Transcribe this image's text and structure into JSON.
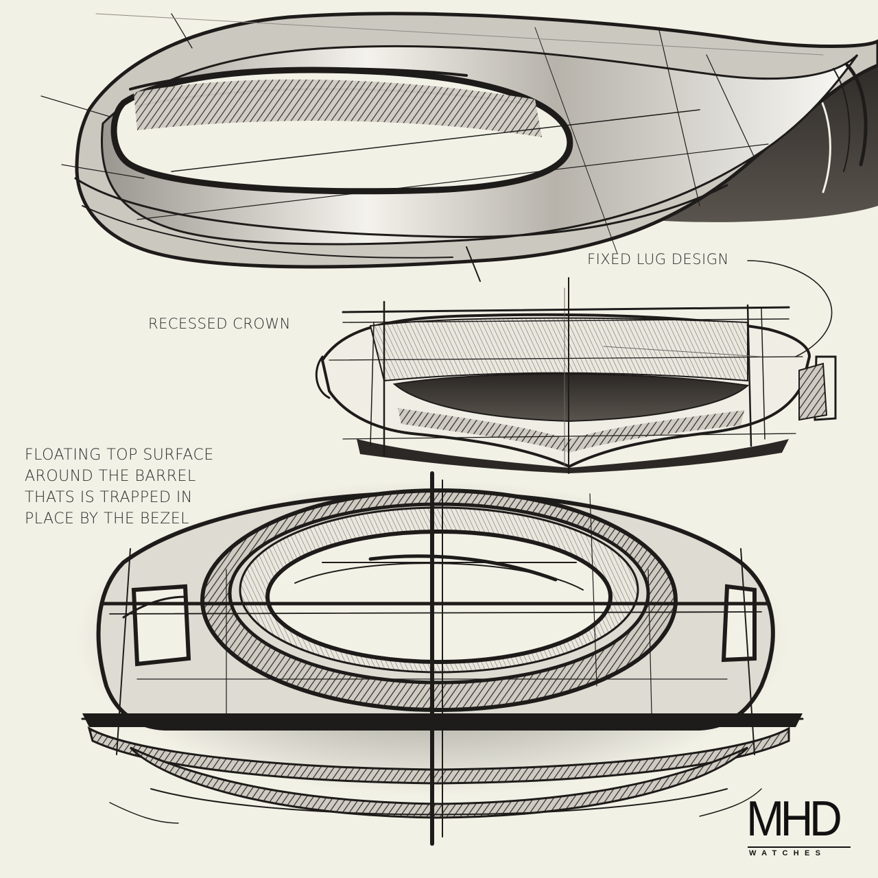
{
  "annotations": {
    "fixed_lug": "FIXED LUG DESIGN",
    "recessed_crown": "RECESSED CROWN",
    "floating_surface": [
      "FLOATING TOP SURFACE",
      "AROUND THE BARREL",
      "THATS IS TRAPPED IN",
      "PLACE BY THE BEZEL"
    ]
  },
  "logo": {
    "mark": "MHD",
    "subtitle": "WATCHES"
  },
  "colors": {
    "paper": "#f2f1e6",
    "ink": "#1e1c1a",
    "shade": "#3b3632"
  }
}
